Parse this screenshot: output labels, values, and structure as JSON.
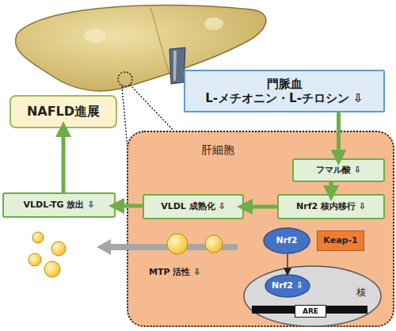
{
  "diagram": {
    "nodes": [
      {
        "text": [
          "NAFLD進展"
        ]
      },
      {
        "text": [
          "門脈血",
          "L-メチオニン・L-チロシン ⇩"
        ]
      },
      {
        "text": [
          "肝細胞"
        ]
      },
      {
        "text": [
          "フマル酸 ⇩"
        ],
        "in": 2
      },
      {
        "text": [
          "VLDL-TG 放出 ⇩"
        ]
      },
      {
        "text": [
          "VLDL 成熟化 ⇩"
        ],
        "in": 2
      },
      {
        "text": [
          "Nrf2 核内移行 ⇩"
        ],
        "in": 2
      },
      {
        "text": [
          "Nrf2"
        ],
        "in": 2
      },
      {
        "text": [
          "Keap-1"
        ],
        "in": 2
      },
      {
        "text": [
          "核"
        ],
        "in": 2
      },
      {
        "text": [
          "Nrf2 ⇩"
        ],
        "in": 9
      },
      {
        "text": [
          "ARE"
        ],
        "in": 9
      }
    ],
    "edges": [
      {
        "from": 1,
        "to": 3,
        "arrow": "to"
      },
      {
        "from": 3,
        "to": 6,
        "arrow": "to"
      },
      {
        "from": 6,
        "to": 5,
        "arrow": "to"
      },
      {
        "from": 5,
        "to": 4,
        "arrow": "to"
      },
      {
        "from": 4,
        "to": 0,
        "arrow": "to"
      },
      {
        "from": 7,
        "to": 10,
        "arrow": "to"
      }
    ],
    "labels": [
      "MTP 活性 ⇩"
    ]
  }
}
